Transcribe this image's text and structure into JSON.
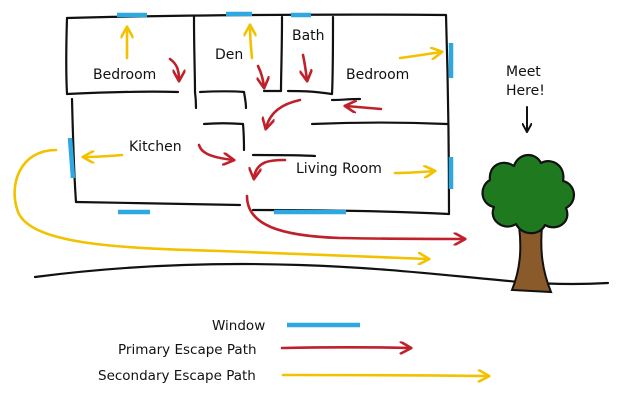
{
  "rooms": {
    "bedroom_left": "Bedroom",
    "den": "Den",
    "bath": "Bath",
    "bedroom_right": "Bedroom",
    "kitchen": "Kitchen",
    "living_room": "Living Room"
  },
  "meeting_point": {
    "line1": "Meet",
    "line2": "Here!"
  },
  "legend": {
    "window": "Window",
    "primary": "Primary Escape Path",
    "secondary": "Secondary Escape Path"
  },
  "colors": {
    "window": "#2ea8e0",
    "primary": "#c0202a",
    "secondary": "#f2c200",
    "outline": "#111111",
    "tree_foliage": "#1f7a1f",
    "tree_trunk": "#8a5a2b"
  }
}
